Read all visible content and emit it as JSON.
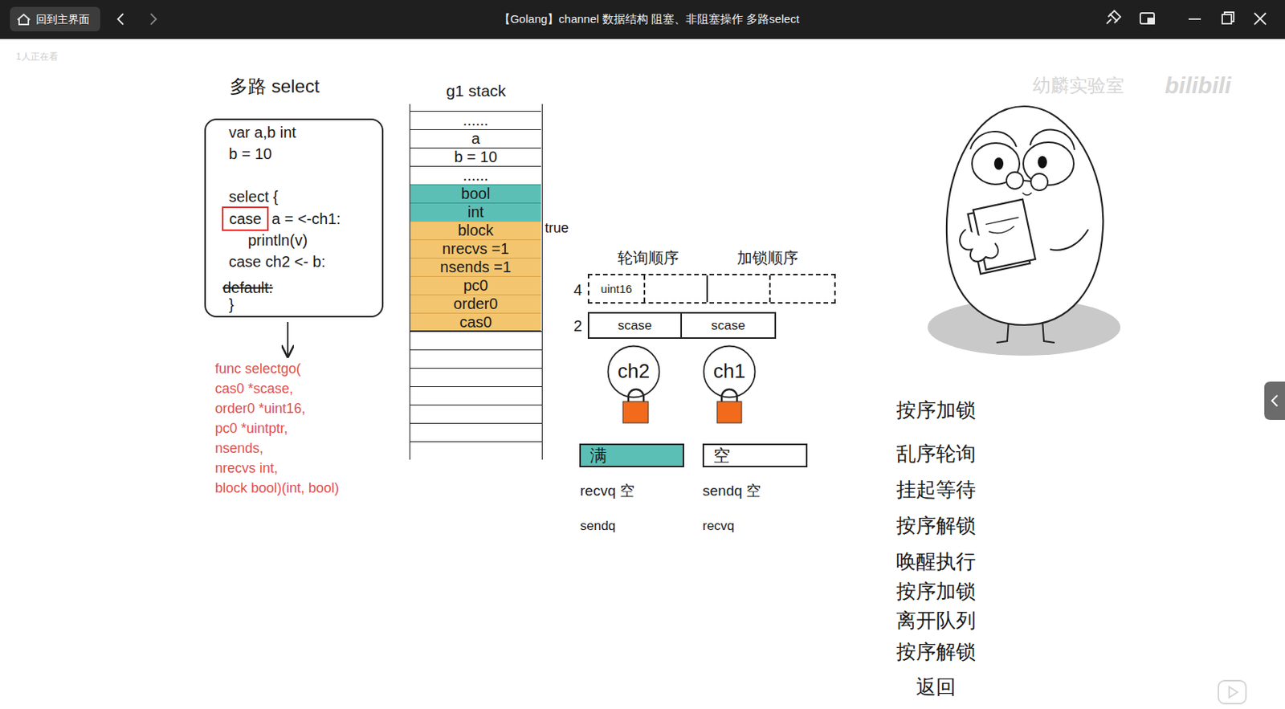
{
  "diagram": {
    "nodes": [
      {
        "text": [
          "【Golang】channel 数据结构 阻塞、非阻塞操作 多路select"
        ]
      },
      {
        "text": [
          "回到主界面"
        ],
        "in": 0
      },
      {
        "text": [
          "var a,b int",
          "b = 10",
          "select {",
          "a = <-ch1:",
          "println(v)",
          "case ch2 <- b:",
          "default:",
          "}"
        ]
      },
      {
        "text": [
          "case"
        ],
        "in": 2
      },
      {
        "text": [
          "g1 stack"
        ]
      },
      {
        "text": [
          "......"
        ],
        "in": 4
      },
      {
        "text": [
          "a"
        ],
        "in": 4
      },
      {
        "text": [
          "b = 10"
        ],
        "in": 4
      },
      {
        "text": [
          "......"
        ],
        "in": 4
      },
      {
        "text": [
          "bool"
        ],
        "in": 4
      },
      {
        "text": [
          "int"
        ],
        "in": 4
      },
      {
        "text": [
          "block"
        ],
        "in": 4
      },
      {
        "text": [
          "nrecvs =1"
        ],
        "in": 4
      },
      {
        "text": [
          "nsends =1"
        ],
        "in": 4
      },
      {
        "text": [
          "pc0"
        ],
        "in": 4
      },
      {
        "text": [
          "order0"
        ],
        "in": 4
      },
      {
        "text": [
          "cas0"
        ],
        "in": 4
      },
      {
        "text": [
          "轮询顺序",
          "加锁顺序"
        ]
      },
      {
        "text": [
          "uint16"
        ],
        "in": 17
      },
      {
        "text": [
          "scase"
        ]
      },
      {
        "text": [
          "scase"
        ]
      },
      {
        "text": [
          "ch2"
        ]
      },
      {
        "text": [
          "ch1"
        ]
      },
      {
        "text": [
          "满"
        ]
      },
      {
        "text": [
          "空"
        ]
      }
    ],
    "labels": [
      "1人正在看",
      "多路 select",
      "func selectgo(",
      "cas0 *scase,",
      "order0 *uint16,",
      "pc0 *uintptr,",
      "nsends,",
      "nrecvs int,",
      "block bool)(int, bool)",
      "true",
      "4",
      "2",
      "recvq 空",
      "sendq",
      "sendq 空",
      "recvq",
      "按序加锁",
      "乱序轮询",
      "挂起等待",
      "按序解锁",
      "唤醒执行",
      "按序加锁",
      "离开队列",
      "按序解锁",
      "返回",
      "幼麟实验室",
      "bilibili"
    ]
  }
}
